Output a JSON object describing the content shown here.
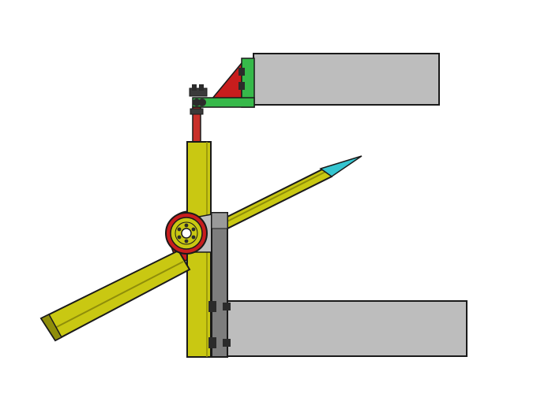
{
  "diagram": {
    "colors": {
      "background": "#ffffff",
      "outline": "#1a1a1a",
      "gray_block": "#bdbdbd",
      "column": "#c9c812",
      "column_dark": "#8f8e0a",
      "arm": "#c9c812",
      "bracket_green": "#37b94a",
      "bracket_red": "#c81d1d",
      "rod_red": "#c8302a",
      "hub_gray": "#bfbfbf",
      "tip_cyan": "#35c5d0",
      "plate_gray": "#7d7d7d",
      "bolt_dark": "#2b2b2b"
    },
    "components": [
      "upper-gray-block",
      "angle-bracket",
      "tie-rod",
      "vertical-column",
      "pivot-hub",
      "lever-arm",
      "lever-tip",
      "mounting-plate",
      "lower-gray-block"
    ]
  }
}
